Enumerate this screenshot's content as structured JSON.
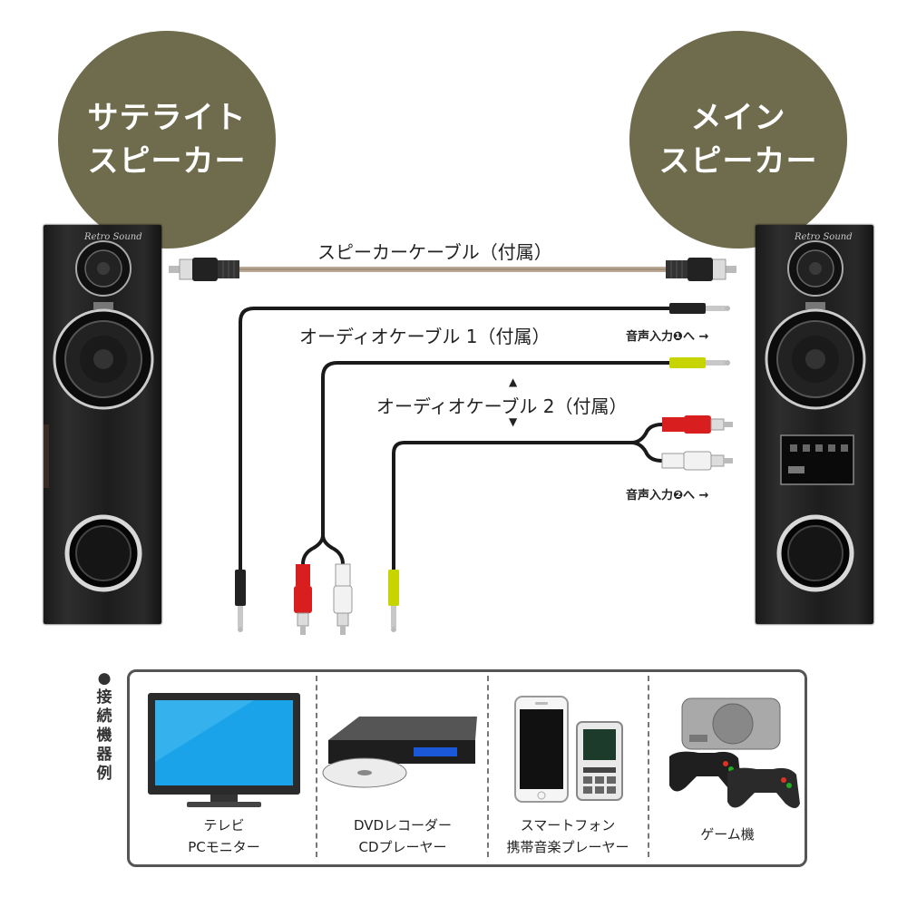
{
  "satellite_speaker": {
    "label_line1": "サテライト",
    "label_line2": "スピーカー",
    "brand": "Retro Sound"
  },
  "main_speaker": {
    "label_line1": "メイン",
    "label_line2": "スピーカー",
    "brand": "Retro Sound"
  },
  "cables": {
    "speaker_cable": "スピーカーケーブル（付属）",
    "audio_cable_1": "オーディオケーブル 1（付属）",
    "audio_cable_2": "オーディオケーブル 2（付属）",
    "input_1": "音声入力❶へ →",
    "input_2": "音声入力❷へ →",
    "arrow_up": "▲",
    "arrow_down": "▼"
  },
  "devices": {
    "section_label": [
      "●",
      "接",
      "続",
      "機",
      "器",
      "例"
    ],
    "items": [
      {
        "line1": "テレビ",
        "line2": "PCモニター"
      },
      {
        "line1": "DVDレコーダー",
        "line2": "CDプレーヤー"
      },
      {
        "line1": "スマートフォン",
        "line2": "携帯音楽プレーヤー"
      },
      {
        "line1": "ゲーム機",
        "line2": ""
      }
    ]
  },
  "colors": {
    "badge": "#6f6b4d",
    "speaker_body": "#1d1d1d",
    "speaker_cable": "#b8a894",
    "rca_red": "#d81e1e",
    "rca_white": "#f2f2f2",
    "rca_yellow": "#c8d400",
    "tv_screen": "#1aa3e8"
  }
}
